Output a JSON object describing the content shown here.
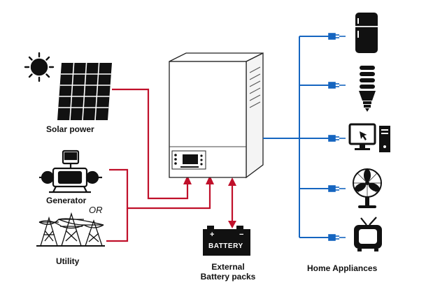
{
  "labels": {
    "solar": "Solar power",
    "generator": "Generator",
    "or": "OR",
    "utility": "Utility",
    "battery_sign": "BATTERY",
    "battery_line1": "External",
    "battery_line2": "Battery packs",
    "appliances": "Home Appliances"
  },
  "icons": {
    "sun": "sun-icon",
    "solar_panel": "solar-panel-icon",
    "generator": "generator-icon",
    "utility": "power-tower-icon",
    "battery": "battery-icon",
    "fridge": "refrigerator-icon",
    "bulb": "light-bulb-icon",
    "computer": "computer-icon",
    "fan": "fan-icon",
    "tv": "tv-icon"
  },
  "colors": {
    "ac_output_wire": "#1565c0",
    "input_wire": "#c0102a",
    "icon": "#111111"
  }
}
